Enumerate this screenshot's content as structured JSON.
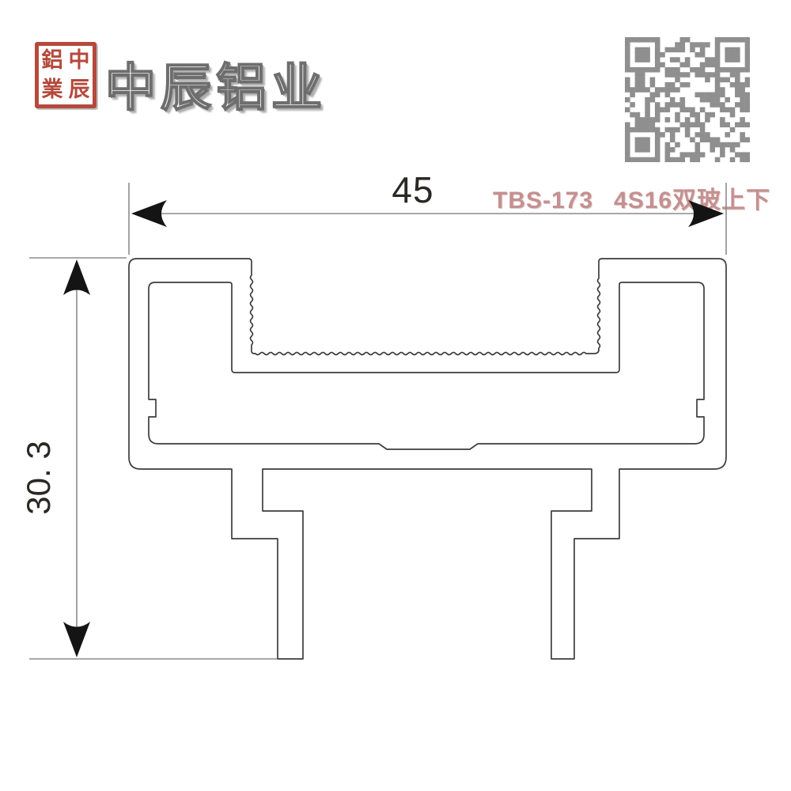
{
  "header": {
    "seal": {
      "chars": [
        "鋁",
        "中",
        "業",
        "辰"
      ],
      "color": "#b5493c"
    },
    "title": "中辰铝业",
    "qr": "qr-code"
  },
  "annotation": {
    "model_code": "TBS-173",
    "product_name": "4S16双玻上下",
    "color": "#c49090"
  },
  "dimensions": {
    "width": {
      "value": "45"
    },
    "height": {
      "value": "30. 3"
    }
  },
  "drawing_colors": {
    "profile_stroke": "#3d3d3d",
    "dimension_line": "#8c8c8c",
    "arrow_fill": "#141414",
    "qr_gray": "#8f8f8f"
  }
}
